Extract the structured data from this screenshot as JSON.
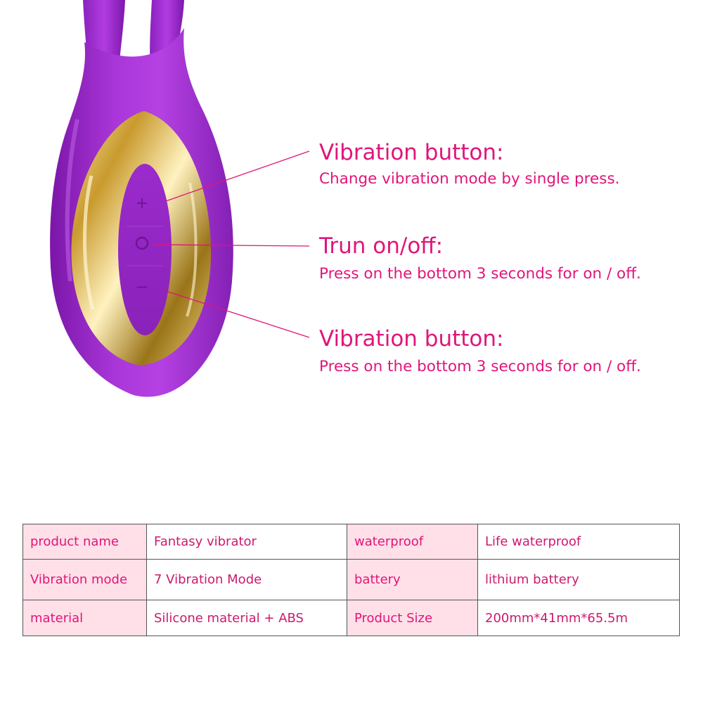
{
  "callouts": [
    {
      "title": "Vibration button:",
      "description": "Change vibration mode by single press."
    },
    {
      "title": "Trun on/off:",
      "description": "Press on the bottom 3 seconds for on / off."
    },
    {
      "title": "Vibration button:",
      "description": "Press on the bottom 3 seconds for on / off."
    }
  ],
  "controls": {
    "plus": "+",
    "minus": "−"
  },
  "specs": [
    [
      {
        "label": "product name",
        "value": "Fantasy vibrator"
      },
      {
        "label": "waterproof",
        "value": "Life waterproof"
      }
    ],
    [
      {
        "label": "Vibration mode",
        "value": "7 Vibration Mode"
      },
      {
        "label": "battery",
        "value": "lithium battery"
      }
    ],
    [
      {
        "label": "material",
        "value": "Silicone material + ABS"
      },
      {
        "label": "Product Size",
        "value": "200mm*41mm*65.5m"
      }
    ]
  ],
  "colors": {
    "accent_text": "#e0157a",
    "body_purple": "#a62fd6",
    "gold": "#d8b84a",
    "label_cell_bg": "#ffe0e8",
    "leader_line": "#e0157a"
  }
}
